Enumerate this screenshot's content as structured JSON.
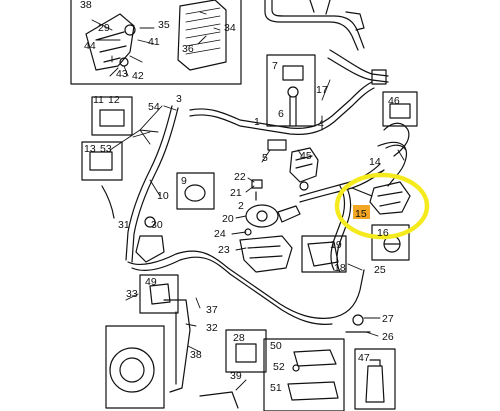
{
  "diagram": {
    "highlight_color": "#f5ea1e",
    "highlight_label_bg": "#f3a623",
    "highlighted_part": "15",
    "callouts": [
      {
        "id": "c38",
        "text": "38"
      },
      {
        "id": "c29",
        "text": "29"
      },
      {
        "id": "c41",
        "text": "41"
      },
      {
        "id": "c44",
        "text": "44"
      },
      {
        "id": "c43",
        "text": "43"
      },
      {
        "id": "c42",
        "text": "42"
      },
      {
        "id": "c35",
        "text": "35"
      },
      {
        "id": "c34",
        "text": "34"
      },
      {
        "id": "c36",
        "text": "36"
      },
      {
        "id": "c7",
        "text": "7"
      },
      {
        "id": "c6",
        "text": "6"
      },
      {
        "id": "c17",
        "text": "17"
      },
      {
        "id": "c46",
        "text": "46"
      },
      {
        "id": "c11",
        "text": "11"
      },
      {
        "id": "c12",
        "text": "12"
      },
      {
        "id": "c54",
        "text": "54"
      },
      {
        "id": "c3",
        "text": "3"
      },
      {
        "id": "c4",
        "text": "4"
      },
      {
        "id": "c1",
        "text": "1"
      },
      {
        "id": "c5",
        "text": "5"
      },
      {
        "id": "c45",
        "text": "45"
      },
      {
        "id": "c13",
        "text": "13"
      },
      {
        "id": "c53",
        "text": "53"
      },
      {
        "id": "c14",
        "text": "14"
      },
      {
        "id": "c10",
        "text": "10"
      },
      {
        "id": "c9",
        "text": "9"
      },
      {
        "id": "c22",
        "text": "22"
      },
      {
        "id": "c21",
        "text": "21"
      },
      {
        "id": "c2",
        "text": "2"
      },
      {
        "id": "c15",
        "text": "15"
      },
      {
        "id": "c31",
        "text": "31"
      },
      {
        "id": "c30",
        "text": "30"
      },
      {
        "id": "c20",
        "text": "20"
      },
      {
        "id": "c24",
        "text": "24"
      },
      {
        "id": "c16",
        "text": "16"
      },
      {
        "id": "c23",
        "text": "23"
      },
      {
        "id": "c19",
        "text": "19"
      },
      {
        "id": "c18",
        "text": "18"
      },
      {
        "id": "c25",
        "text": "25"
      },
      {
        "id": "c49",
        "text": "49"
      },
      {
        "id": "c33",
        "text": "33"
      },
      {
        "id": "c32",
        "text": "32"
      },
      {
        "id": "c37",
        "text": "37"
      },
      {
        "id": "c38b",
        "text": "38"
      },
      {
        "id": "c39",
        "text": "39"
      },
      {
        "id": "c28",
        "text": "28"
      },
      {
        "id": "c50",
        "text": "50"
      },
      {
        "id": "c52",
        "text": "52"
      },
      {
        "id": "c51",
        "text": "51"
      },
      {
        "id": "c27",
        "text": "27"
      },
      {
        "id": "c26",
        "text": "26"
      },
      {
        "id": "c47",
        "text": "47"
      }
    ]
  }
}
